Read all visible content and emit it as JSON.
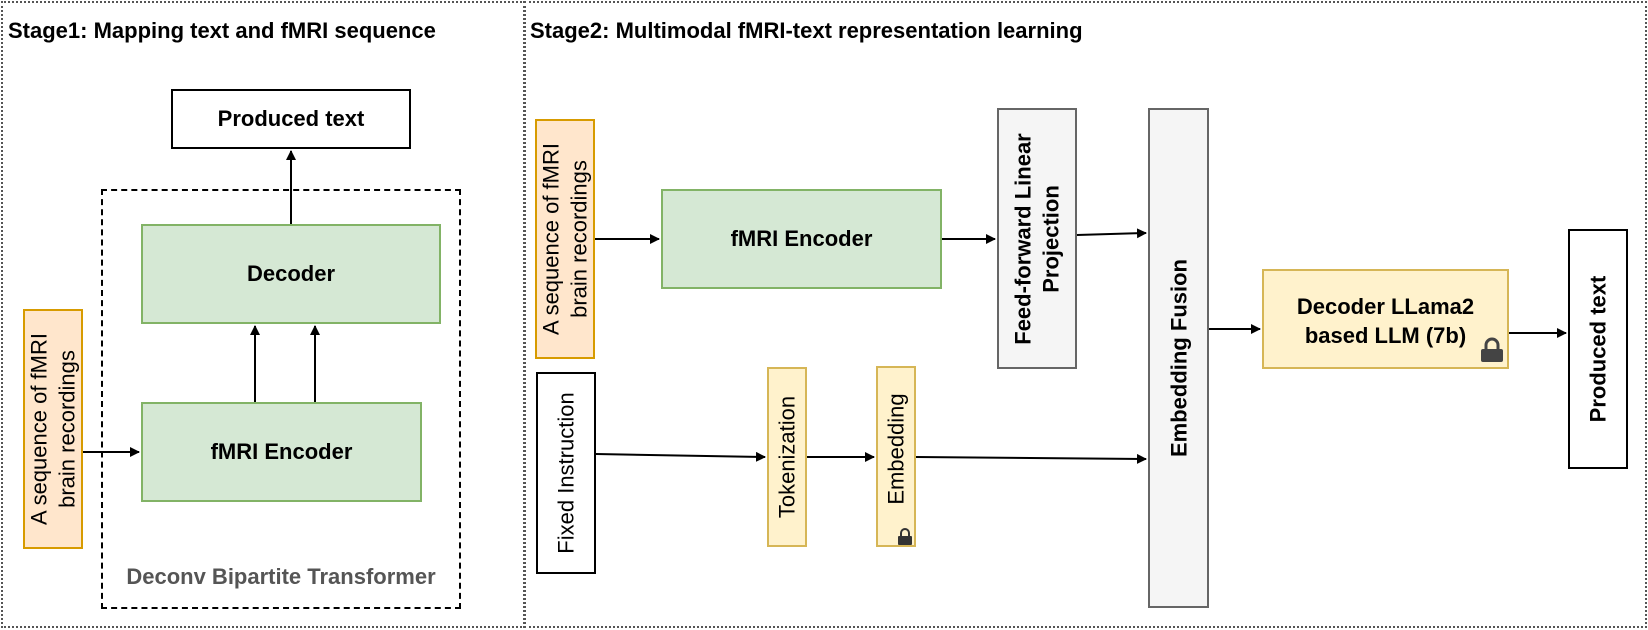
{
  "stage1": {
    "title": "Stage1: Mapping text and fMRI sequence",
    "container_label": "Deconv Bipartite Transformer",
    "input_line1": "A sequence of fMRI",
    "input_line2": "brain recordings",
    "encoder": "fMRI Encoder",
    "decoder": "Decoder",
    "output": "Produced text"
  },
  "stage2": {
    "title": "Stage2: Multimodal fMRI-text representation learning",
    "input_line1": "A sequence of fMRI",
    "input_line2": "brain recordings",
    "encoder": "fMRI Encoder",
    "projection_line1": "Feed-forward Linear",
    "projection_line2": "Projection",
    "instruction": "Fixed Instruction",
    "tokenization": "Tokenization",
    "embedding": "Embedding",
    "fusion": "Embedding Fusion",
    "llm_line1": "Decoder LLama2",
    "llm_line2": "based LLM (7b)",
    "output": "Produced text"
  },
  "icons": {
    "embedding_lock": "lock-icon",
    "llm_lock": "lock-icon"
  },
  "colors": {
    "green_fill": "#d5e8d4",
    "green_stroke": "#82b366",
    "orange_fill": "#ffe6cc",
    "orange_stroke": "#d79b00",
    "yellow_fill": "#fff2cc",
    "yellow_stroke": "#d6b656",
    "grey_fill": "#f5f5f5",
    "grey_stroke": "#666666",
    "muted_text": "#555555"
  }
}
